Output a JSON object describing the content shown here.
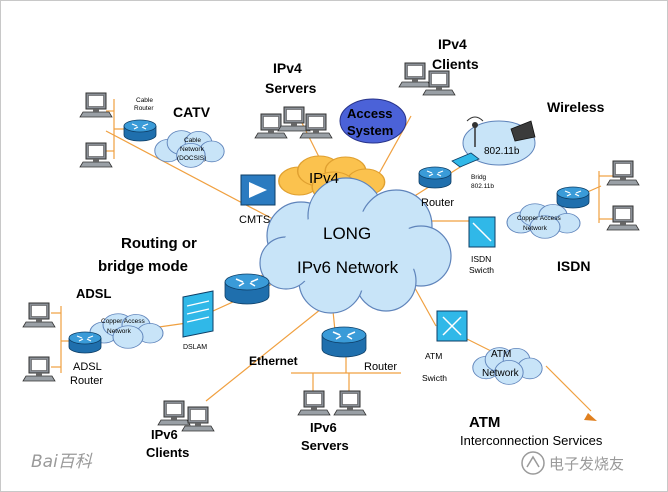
{
  "labels": {
    "ipv4_clients_1": "IPv4",
    "ipv4_clients_2": "Clients",
    "ipv4_servers_1": "IPv4",
    "ipv4_servers_2": "Servers",
    "access_system_1": "Access",
    "access_system_2": "System",
    "wireless": "Wireless",
    "catv": "CATV",
    "cable_router_1": "Cable",
    "cable_router_2": "Router",
    "cable_network_1": "Cable",
    "cable_network_2": "Network",
    "cable_network_3": "(DOCSIS)",
    "ipv4_cloud": "IPv4",
    "cmts": "CMTS",
    "router_top": "Router",
    "wifi_standard": "802.11b",
    "bridge_1": "Bridg",
    "bridge_2": "802.11b",
    "long_1": "LONG",
    "long_2": "IPv6  Network",
    "copper_isdn_1": "Copper Access",
    "copper_isdn_2": "Network",
    "isdn_switch_1": "ISDN",
    "isdn_switch_2": "Swicth",
    "isdn": "ISDN",
    "routing_1": "Routing or",
    "routing_2": "bridge mode",
    "adsl": "ADSL",
    "copper_adsl_1": "Copper Access",
    "copper_adsl_2": "Network",
    "dslam": "DSLAM",
    "adsl_router_1": "ADSL",
    "adsl_router_2": "Router",
    "ethernet": "Ethernet",
    "router_eth": "Router",
    "atm_switch_1": "ATM",
    "atm_switch_2": "Swicth",
    "atm_network_1": "ATM",
    "atm_network_2": "Network",
    "atm_bold": "ATM",
    "atm_interconnect": "Interconnection Services",
    "ipv6_clients_1": "IPv6",
    "ipv6_clients_2": "Clients",
    "ipv6_servers_1": "IPv6",
    "ipv6_servers_2": "Servers"
  },
  "watermarks": {
    "baidu": "Bai百科",
    "elecfans": "电子发烧友"
  },
  "colors": {
    "link_line": "#f0a040",
    "ipv4_cloud": "#fbc24e",
    "blue_cloud": "#c8e4f8",
    "cloud_stroke": "#5f84bb",
    "access_system": "#4b62d8",
    "device_blue": "#2b7bc0",
    "device_cyan": "#30b8e8"
  }
}
